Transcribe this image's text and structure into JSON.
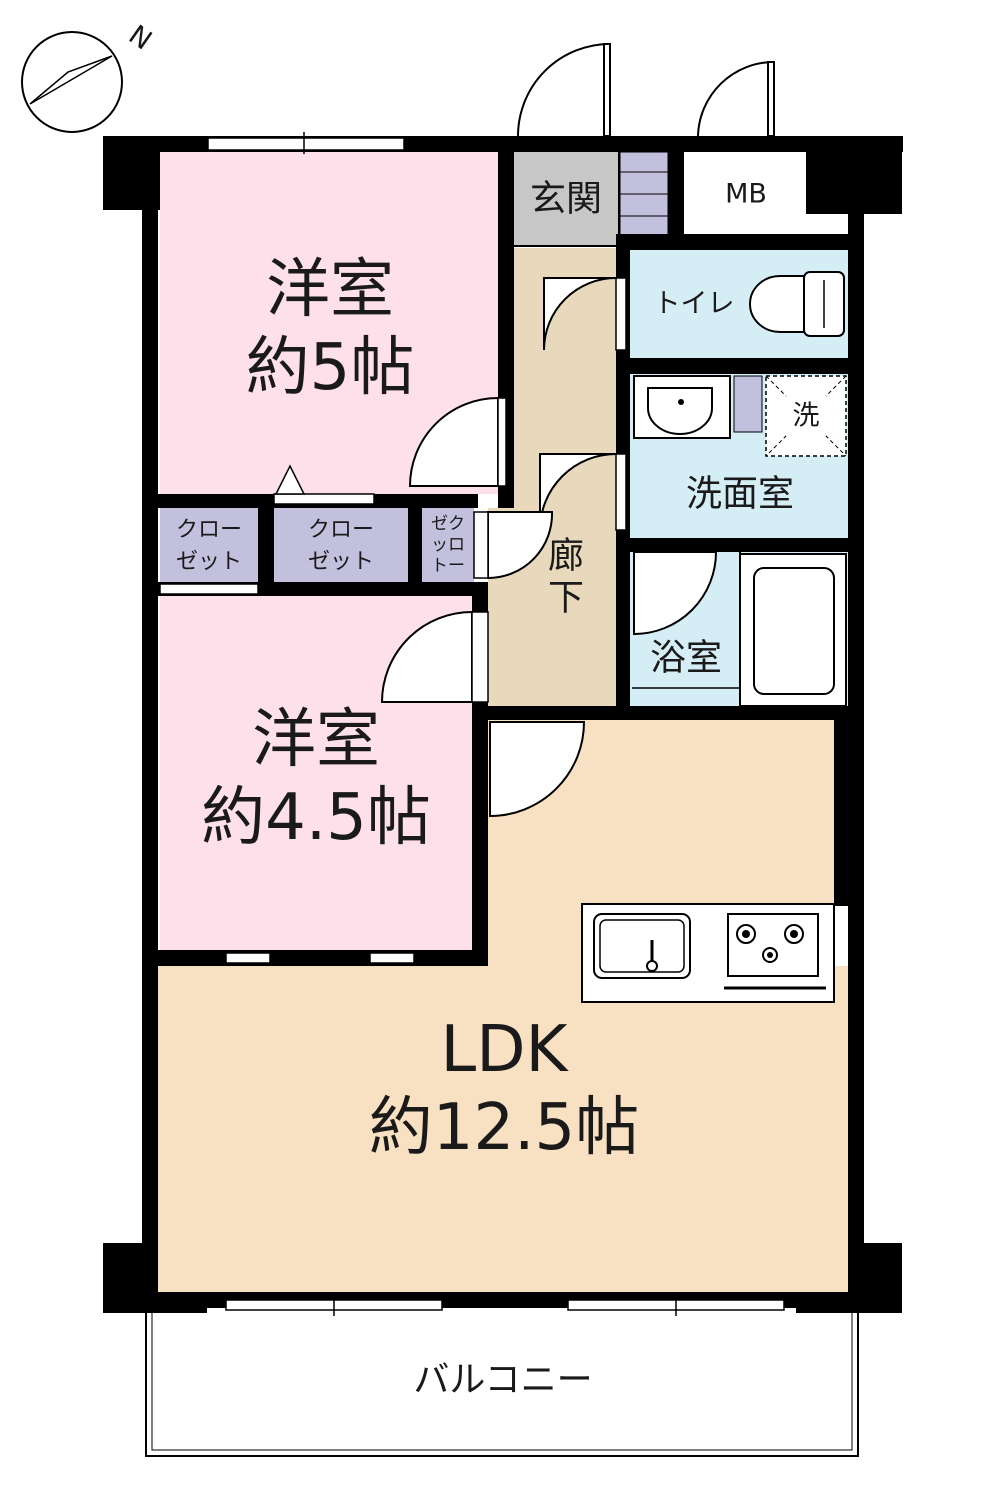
{
  "compass": {
    "label": "N"
  },
  "rooms": {
    "western_room_1": {
      "name": "洋室",
      "size": "約5帖"
    },
    "western_room_2": {
      "name": "洋室",
      "size": "約4.5帖"
    },
    "ldk": {
      "name": "LDK",
      "size": "約12.5帖"
    },
    "entrance": {
      "name": "玄関"
    },
    "mb": {
      "name": "MB"
    },
    "toilet": {
      "name": "トイレ"
    },
    "washroom": {
      "name": "洗面室",
      "washer": "洗"
    },
    "bathroom": {
      "name": "浴室"
    },
    "hallway": {
      "name_line1": "廊",
      "name_line2": "下"
    },
    "closet_1": {
      "line1": "クロー",
      "line2": "ゼット"
    },
    "closet_2": {
      "line1": "クロー",
      "line2": "ゼット"
    },
    "closet_3": {
      "line1": "ゼク",
      "line2": "ッロ",
      "line3": "トー"
    },
    "balcony": {
      "name": "バルコニー"
    }
  },
  "colors": {
    "western": "#fde0ea",
    "ldk": "#f8e0c2",
    "hallway": "#e8d9bd",
    "wet": "#d5eef5",
    "entrance": "#c7c7c7",
    "closet": "#c3c0dd"
  }
}
